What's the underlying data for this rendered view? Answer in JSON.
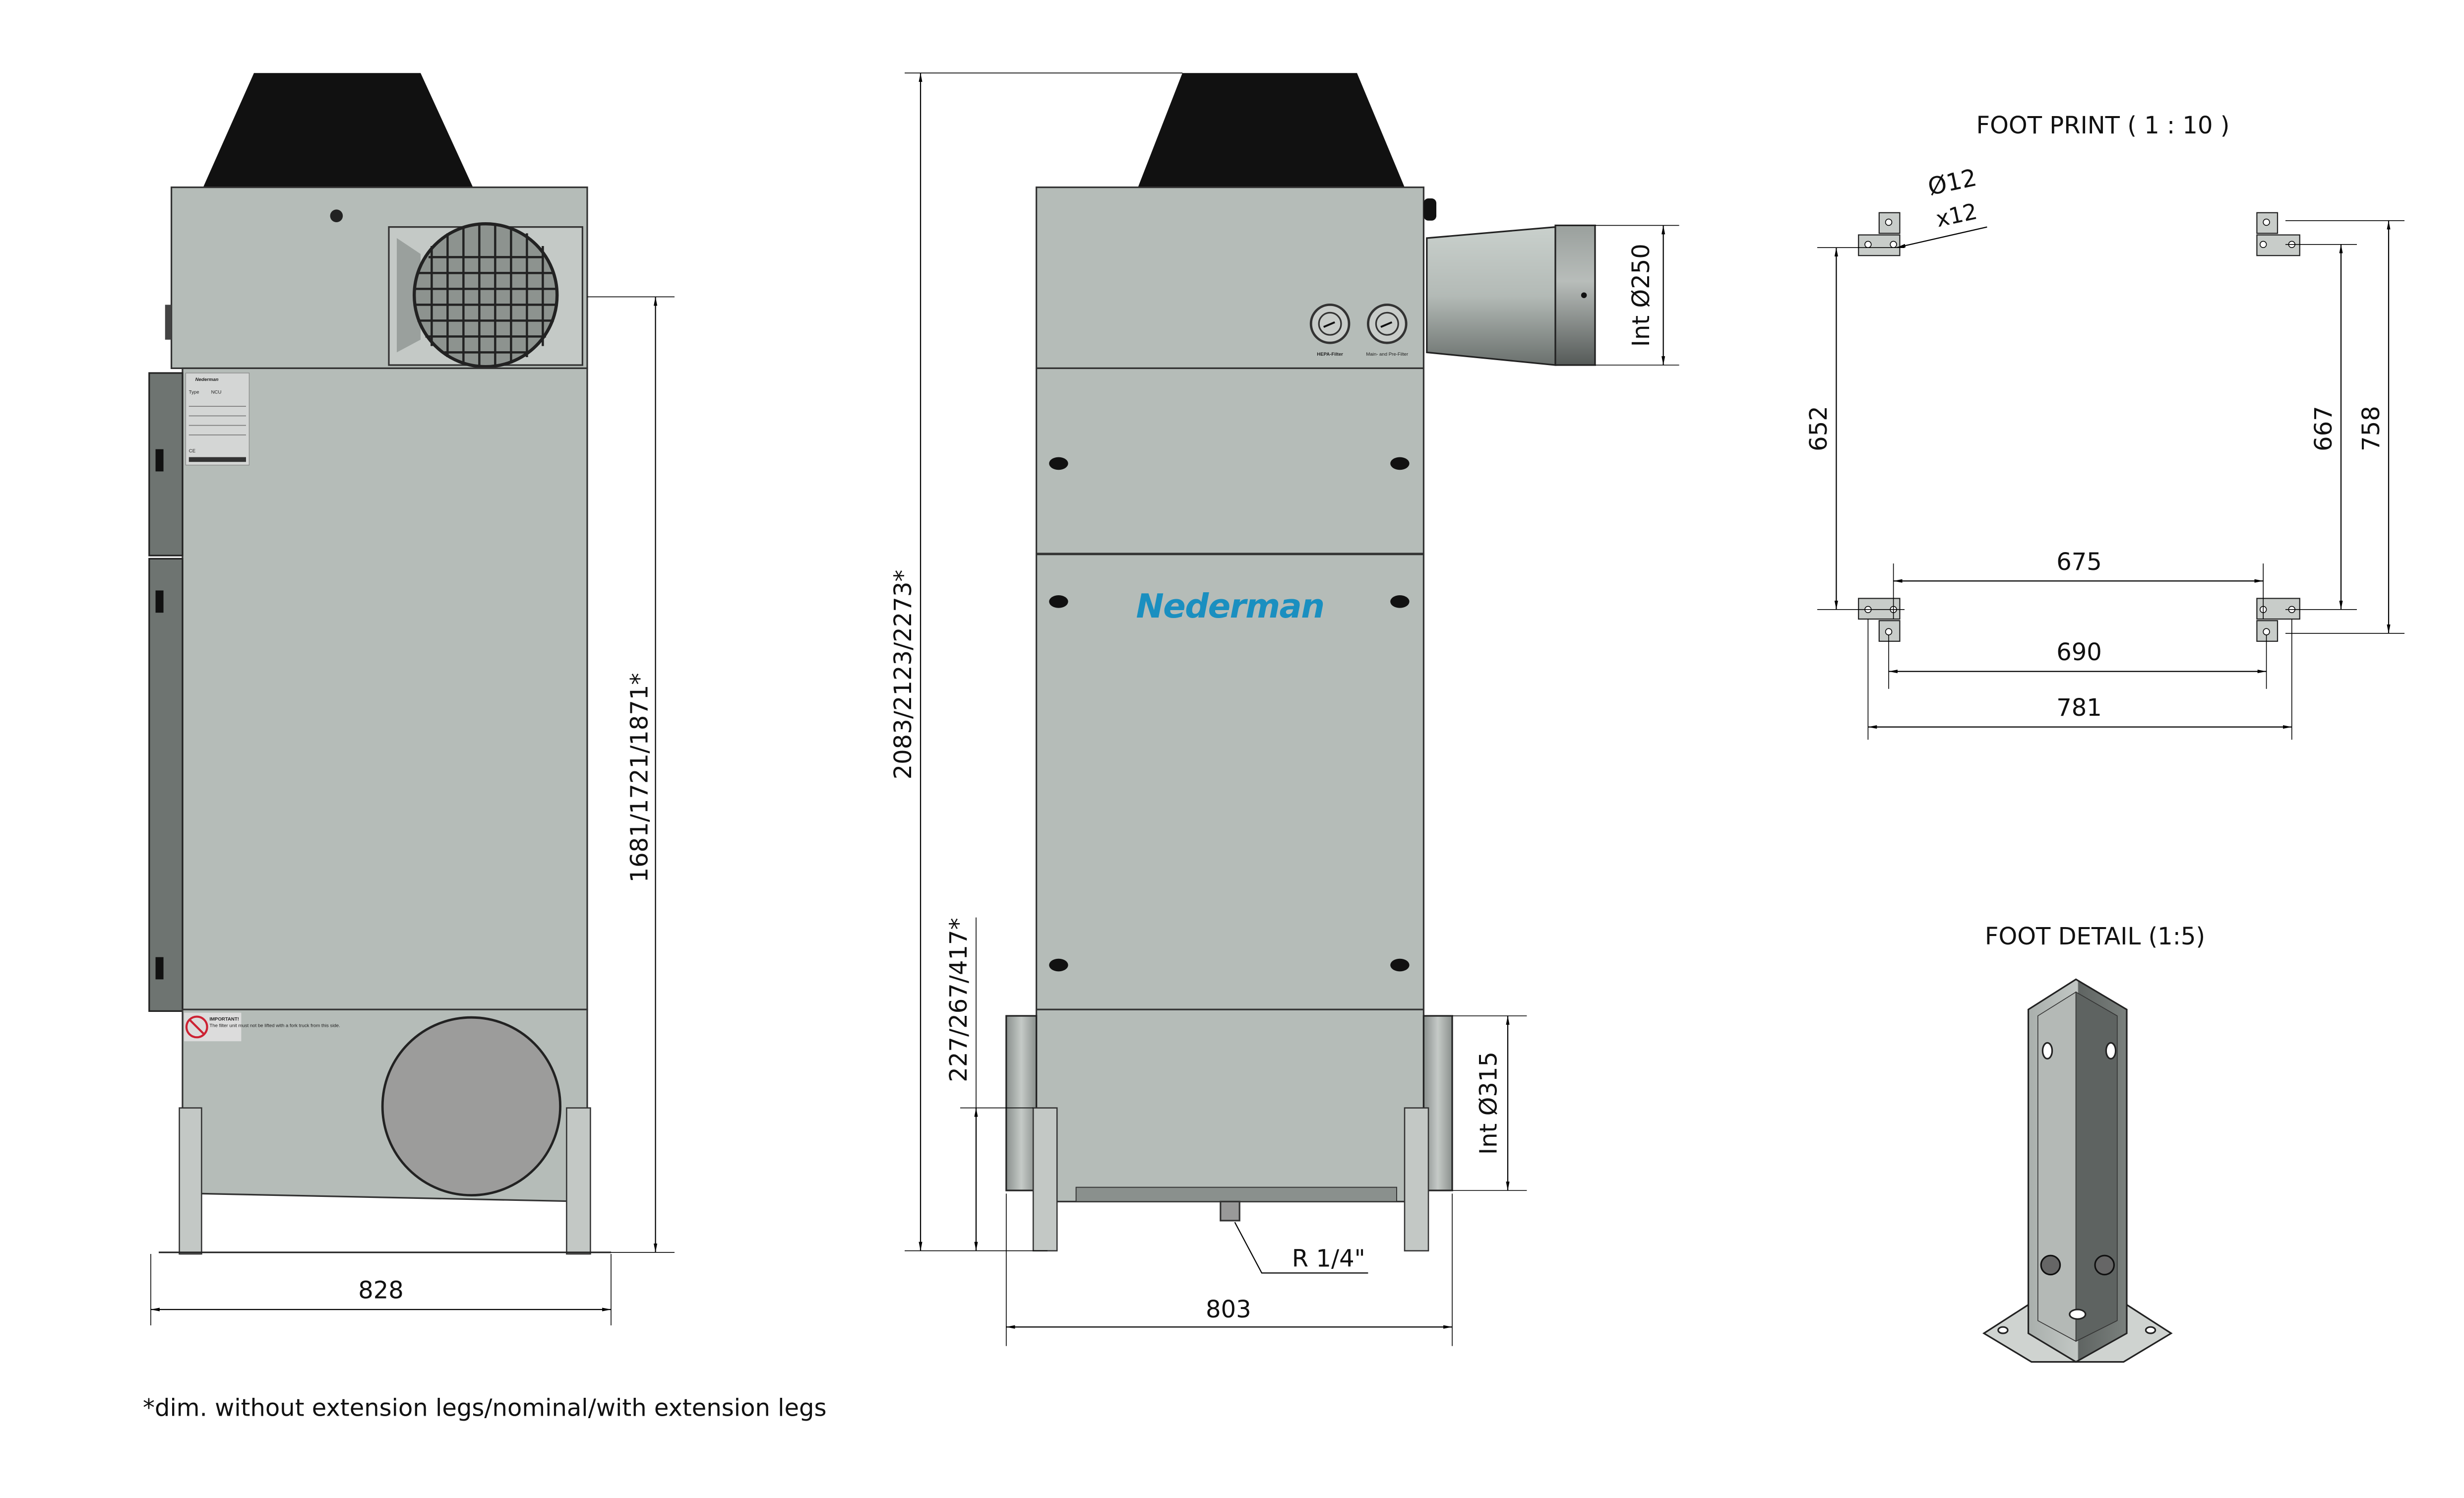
{
  "brand": {
    "name": "Nederman",
    "logo_color": "#1a8fc0"
  },
  "left_view": {
    "height_dim": "1681/1721/1871*",
    "width_dim": "828",
    "rating_plate": {
      "brand": "Nederman",
      "type_label": "Type",
      "type_value": "NCU",
      "ce_mark": "CE"
    },
    "warning_sticker": {
      "title": "IMPORTANT!",
      "text": "The filter unit must not be lifted with a fork truck from this side."
    }
  },
  "front_view": {
    "total_height_dim": "2083/2123/2273*",
    "leg_height_dim": "227/267/417*",
    "outlet_dim": "Int Ø250",
    "inlet_dim": "Int Ø315",
    "width_dim": "803",
    "drain_label": "R 1/4\"",
    "gauges": [
      {
        "label": "HEPA-Filter"
      },
      {
        "label": "Main- and Pre-Filter"
      }
    ]
  },
  "footprint": {
    "title": "FOOT PRINT ( 1 : 10 )",
    "hole_dim": "Ø12",
    "hole_count": "x12",
    "dims": {
      "left_vertical": "652",
      "right_inner_vertical": "667",
      "right_outer_vertical": "758",
      "inner_horizontal": "675",
      "middle_horizontal": "690",
      "outer_horizontal": "781"
    }
  },
  "foot_detail": {
    "title": "FOOT DETAIL (1:5)"
  },
  "footnote": "*dim. without extension legs/nominal/with extension legs",
  "colors": {
    "housing": "#b5bcb8",
    "hood": "#111111"
  }
}
